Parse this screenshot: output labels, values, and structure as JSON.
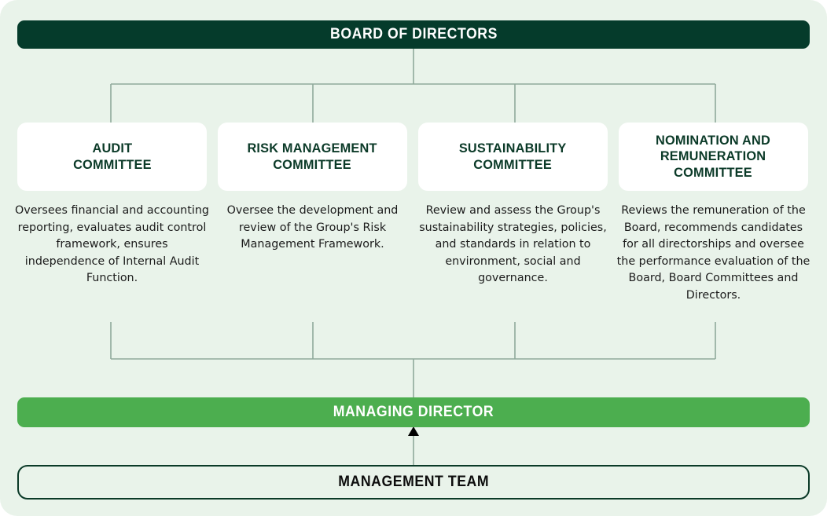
{
  "diagram": {
    "background_color": "#e9f3ea",
    "top_node": {
      "label": "BOARD OF DIRECTORS",
      "fill_color": "#053B2B",
      "text_color": "#FFFFFF"
    },
    "committees": [
      {
        "title": "AUDIT\nCOMMITTEE",
        "title_line1": "AUDIT",
        "title_line2": "COMMITTEE",
        "description": "Oversees financial and accounting reporting, evaluates audit control framework, ensures independence of Internal Audit Function."
      },
      {
        "title": "RISK MANAGEMENT\nCOMMITTEE",
        "title_line1": "RISK MANAGEMENT",
        "title_line2": "COMMITTEE",
        "description": "Oversee the development and review of the Group's Risk Management Framework."
      },
      {
        "title": "SUSTAINABILITY\nCOMMITTEE",
        "title_line1": "SUSTAINABILITY",
        "title_line2": "COMMITTEE",
        "description": "Review and assess the Group's sustainability strategies, policies, and standards in relation to environment, social and governance."
      },
      {
        "title": "NOMINATION AND\nREMUNERATION\nCOMMITTEE",
        "title_line1": "NOMINATION AND",
        "title_line2": "REMUNERATION",
        "title_line3": "COMMITTEE",
        "description": "Reviews the remuneration of the Board, recommends candidates for all directorships and oversee the performance evaluation of the Board, Board Committees and Directors."
      }
    ],
    "managing_director": {
      "label": "MANAGING DIRECTOR",
      "fill_color": "#4CAE4F",
      "text_color": "#FFFFFF"
    },
    "management_team": {
      "label": "MANAGEMENT TEAM",
      "border_color": "#0B3A28",
      "text_color": "#0d0d0d"
    },
    "connector_color": "#8FA99B",
    "arrow_color": "#000000"
  }
}
